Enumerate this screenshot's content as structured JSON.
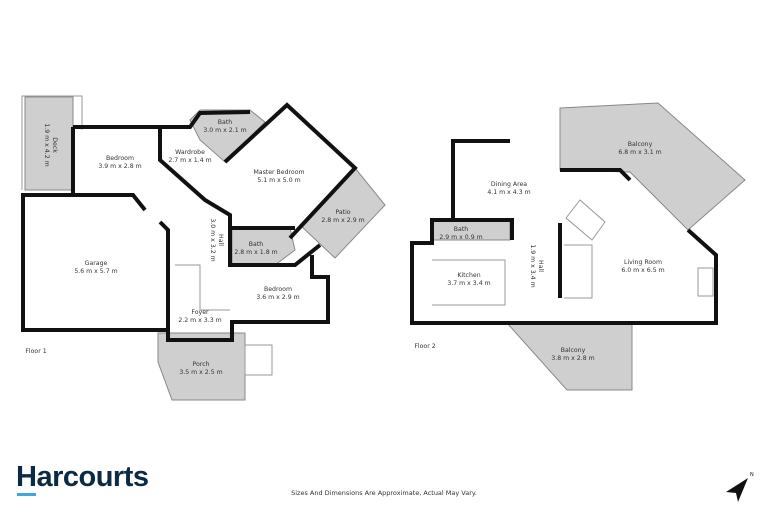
{
  "floors": [
    {
      "label": "Floor 1",
      "rooms": [
        {
          "name": "Deck",
          "dims": "1.9 m x 4.2 m"
        },
        {
          "name": "Bedroom",
          "dims": "3.9 m x 2.8 m"
        },
        {
          "name": "Wardrobe",
          "dims": "2.7 m x 1.4 m"
        },
        {
          "name": "Bath",
          "dims": "3.0 m x 2.1 m"
        },
        {
          "name": "Master Bedroom",
          "dims": "5.1 m x 5.0 m"
        },
        {
          "name": "Patio",
          "dims": "2.8 m x 2.9 m"
        },
        {
          "name": "Hall",
          "dims": "3.0 m x 3.2 m"
        },
        {
          "name": "Bath",
          "dims": "2.8 m x 1.8 m"
        },
        {
          "name": "Garage",
          "dims": "5.6 m x 5.7 m"
        },
        {
          "name": "Bedroom",
          "dims": "3.6 m x 2.9 m"
        },
        {
          "name": "Foyer",
          "dims": "2.2 m x 3.3 m"
        },
        {
          "name": "Porch",
          "dims": "3.5 m x 2.5 m"
        }
      ]
    },
    {
      "label": "Floor 2",
      "rooms": [
        {
          "name": "Balcony",
          "dims": "6.8 m x 3.1 m"
        },
        {
          "name": "Dining Area",
          "dims": "4.1 m x 4.3 m"
        },
        {
          "name": "Bath",
          "dims": "2.9 m x 0.9 m"
        },
        {
          "name": "Kitchen",
          "dims": "3.7 m x 3.4 m"
        },
        {
          "name": "Hall",
          "dims": "1.9 m x 3.4 m"
        },
        {
          "name": "Living Room",
          "dims": "6.0 m x 6.5 m"
        },
        {
          "name": "Balcony",
          "dims": "3.8 m x 2.8 m"
        }
      ]
    }
  ],
  "footer": {
    "brand": "Harcourts",
    "disclaimer": "Sizes And Dimensions Are Approximate, Actual May Vary.",
    "north_icon": "north-arrow-icon"
  },
  "colors": {
    "wall": "#111111",
    "outdoor_area": "#cfcfcf",
    "brand": "#0b2a45",
    "brand_accent": "#3fa7e0"
  }
}
